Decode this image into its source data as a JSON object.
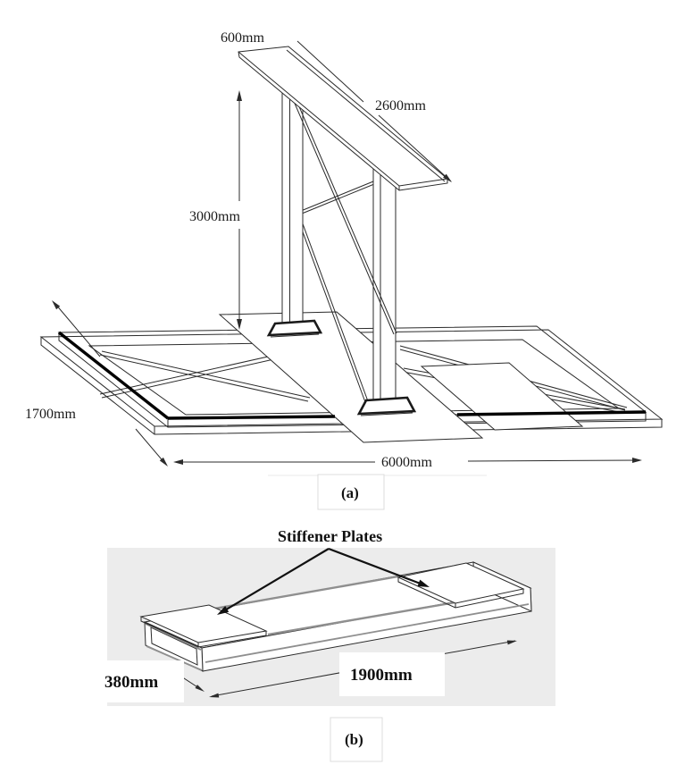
{
  "figure_a": {
    "caption": "(a)",
    "labels": {
      "panel_width": "600mm",
      "panel_length": "2600mm",
      "column_height": "3000mm",
      "base_depth": "1700mm",
      "base_length": "6000mm"
    }
  },
  "figure_b": {
    "caption": "(b)",
    "annotation": "Stiffener Plates",
    "labels": {
      "beam_width": "380mm",
      "beam_length": "1900mm"
    }
  },
  "colors": {
    "line": "#2b2b2b",
    "heavy_line": "#000000",
    "figure_b_background": "#ececec",
    "accent_gray": "#8f8f8f"
  }
}
